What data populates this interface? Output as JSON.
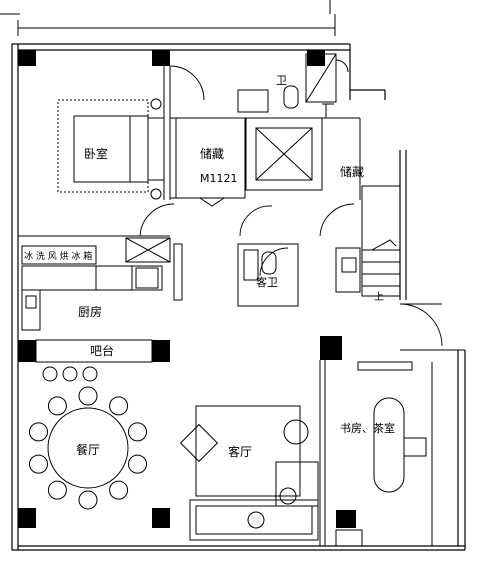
{
  "rooms": {
    "bedroom": "卧室",
    "storage_center": "储藏",
    "door_code": "M1121",
    "wc_top": "卫",
    "storage_right": "储藏",
    "guest_wc": "客卫",
    "kitchen": "厨房",
    "bar": "吧台",
    "dining": "餐厅",
    "living": "客厅",
    "study_tea": "书房、茶室"
  },
  "fixtures": {
    "appliance_row": "冰 洗 风 烘 冰 箱"
  },
  "stair_label": "上"
}
